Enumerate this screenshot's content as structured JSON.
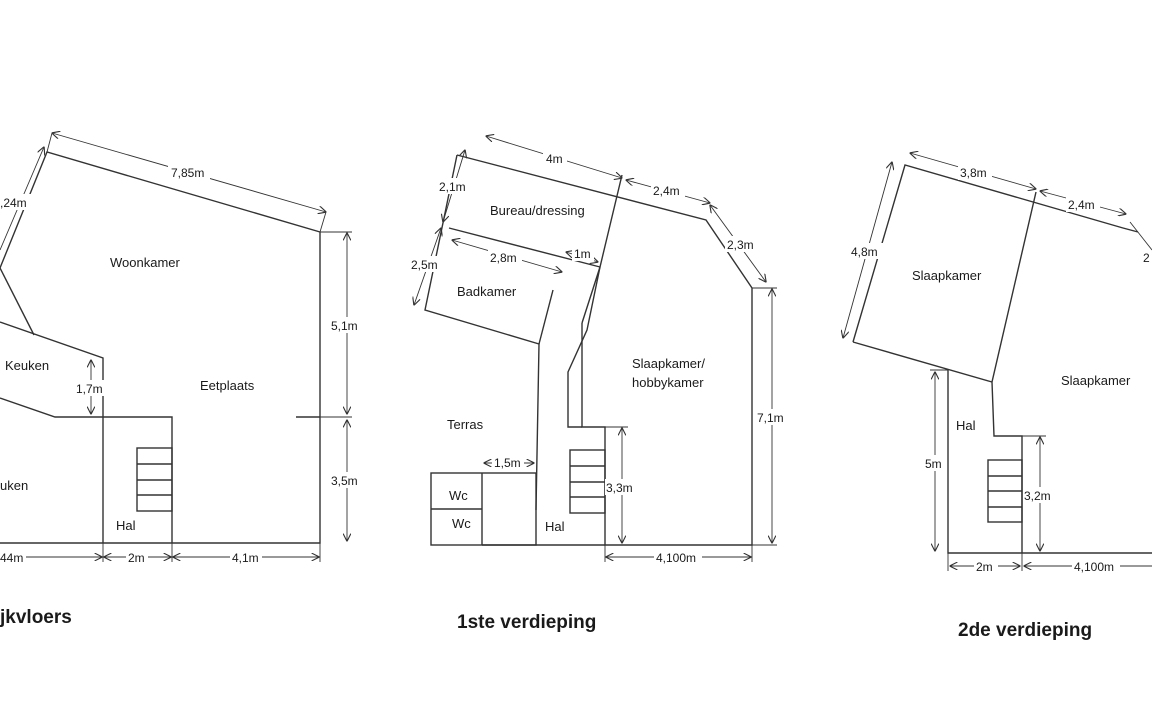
{
  "plans": {
    "ground": {
      "title": "jkvloers",
      "rooms": {
        "woonkamer": "Woonkamer",
        "keuken": "Keuken",
        "eetplaats": "Eetplaats",
        "keuken_cut": "uken",
        "hal": "Hal"
      },
      "dims": {
        "top": "7,85m",
        "left": ",24m",
        "right_upper": "5,1m",
        "right_lower": "3,5m",
        "keuken_h": "1,7m",
        "bottom_left": "44m",
        "bottom_mid": "2m",
        "bottom_right": "4,1m"
      }
    },
    "first": {
      "title": "1ste verdieping",
      "rooms": {
        "bureau": "Bureau/dressing",
        "badkamer": "Badkamer",
        "slaapkamer1": "Slaapkamer/",
        "slaapkamer2": "hobbykamer",
        "terras": "Terras",
        "wc1": "Wc",
        "wc2": "Wc",
        "hal": "Hal"
      },
      "dims": {
        "top_a": "4m",
        "top_b": "2,4m",
        "diag": "2,3m",
        "left_a": "2,1m",
        "left_b": "2,5m",
        "bad_w": "2,8m",
        "small": "1m",
        "right": "7,1m",
        "stair": "3,3m",
        "terras_w": "1,5m",
        "bottom": "4,100m"
      }
    },
    "second": {
      "title": "2de verdieping",
      "rooms": {
        "slaapkamer_a": "Slaapkamer",
        "slaapkamer_b": "Slaapkamer",
        "hal": "Hal"
      },
      "dims": {
        "top_a": "3,8m",
        "top_b": "2,4m",
        "left": "4,8m",
        "hal_h": "5m",
        "stair": "3,2m",
        "bottom_a": "2m",
        "bottom_b": "4,100m",
        "cut": "2"
      }
    }
  }
}
